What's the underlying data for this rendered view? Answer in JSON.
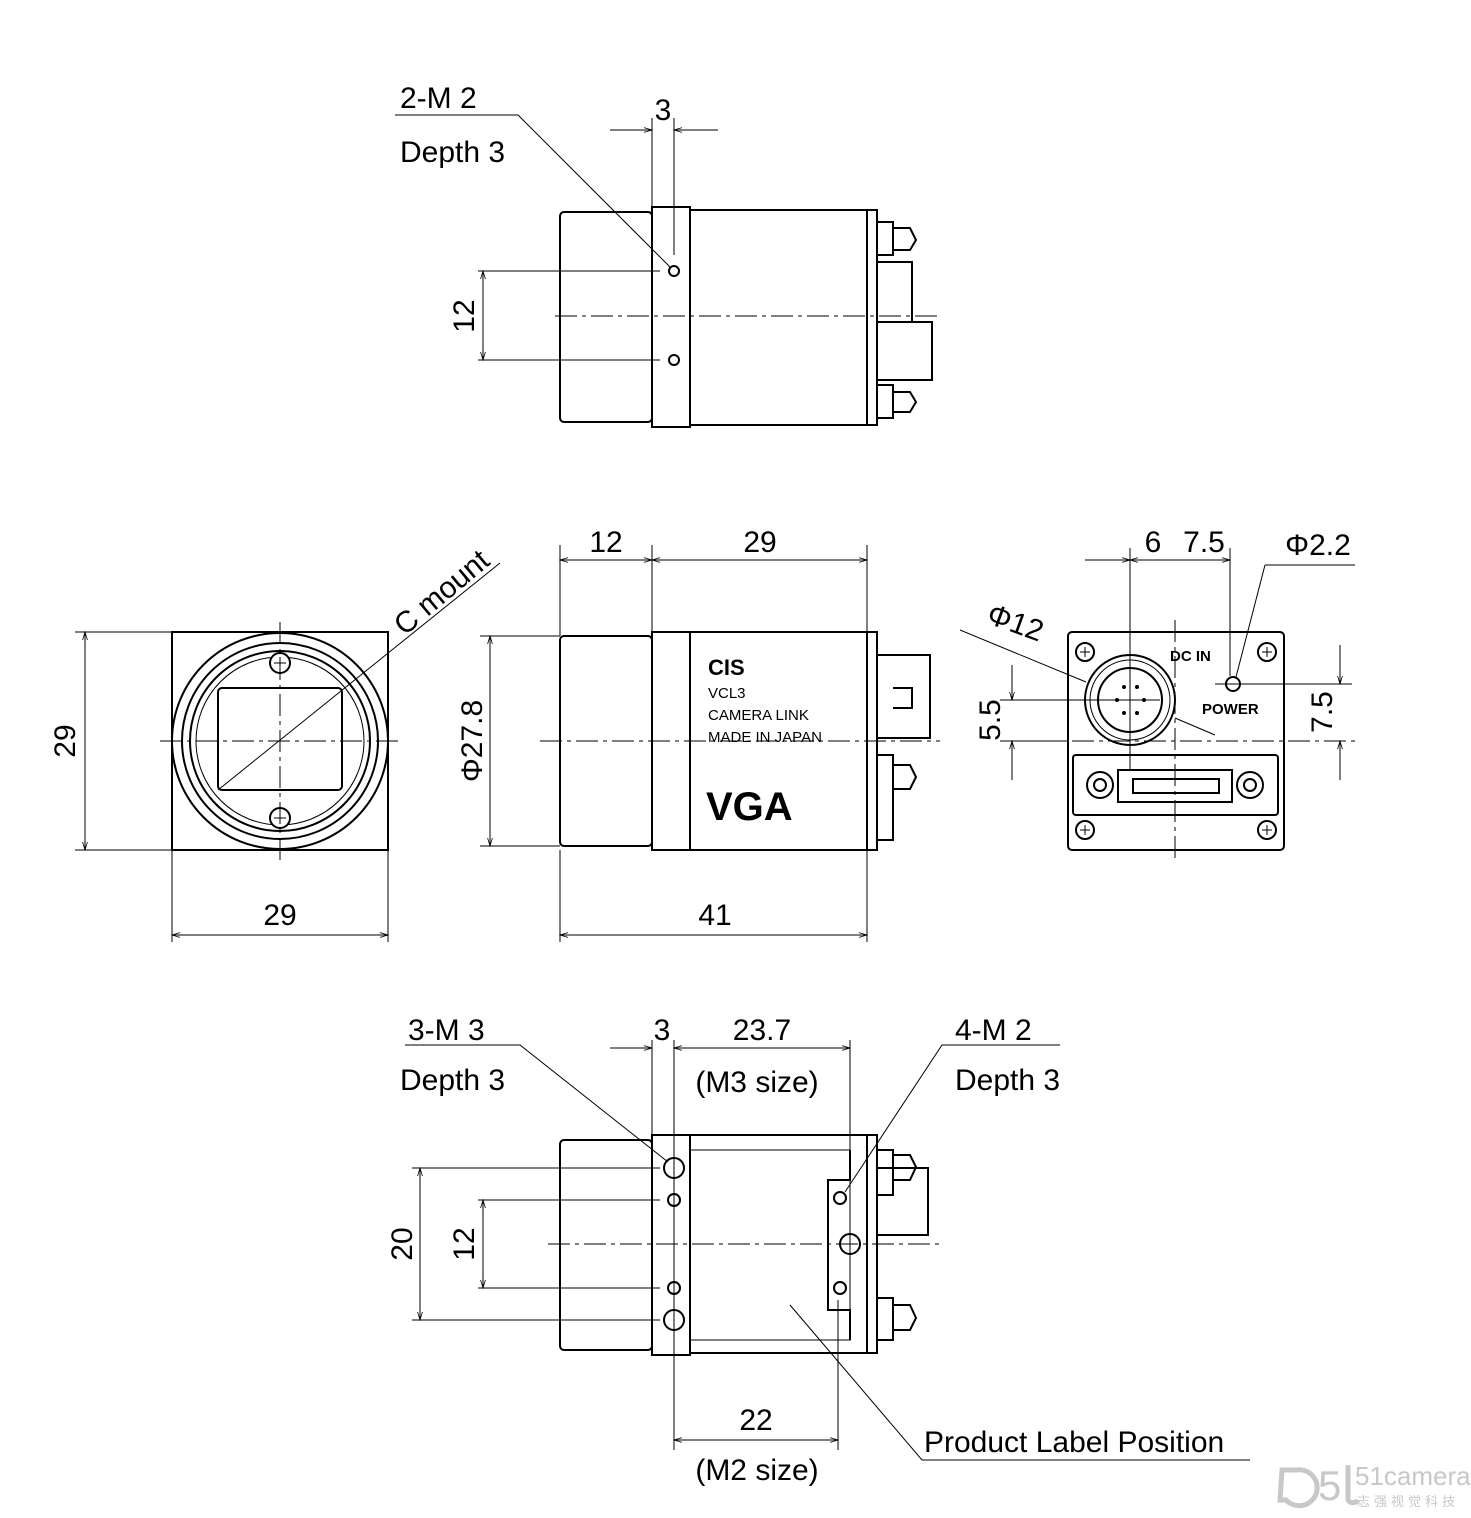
{
  "top_view": {
    "hole_callout": "2-M 2",
    "hole_depth": "Depth 3",
    "dim_offset": "3",
    "dim_hole_spacing": "12"
  },
  "front_view": {
    "mount_label": "C mount",
    "dim_height": "29",
    "dim_width": "29"
  },
  "side_view": {
    "dim_front": "12",
    "dim_body": "29",
    "dim_diameter": "Φ27.8",
    "dim_length": "41",
    "label_brand": "CIS",
    "label_model": "VCL3",
    "label_interface": "CAMERA LINK",
    "label_origin": "MADE IN JAPAN",
    "label_resolution": "VGA"
  },
  "rear_view": {
    "dim_connector_x": "6",
    "dim_led_x": "7.5",
    "dim_led_diameter": "Φ2.2",
    "dim_connector_diameter": "Φ12",
    "dim_connector_y": "5.5",
    "dim_led_y": "7.5",
    "dc_in_label": "DC IN",
    "power_label": "POWER"
  },
  "bottom_view": {
    "m3_callout": "3-M 3",
    "m3_depth": "Depth 3",
    "m2_callout": "4-M 2",
    "m2_depth": "Depth 3",
    "dim_offset": "3",
    "dim_m3_span": "23.7",
    "dim_m3_note": "(M3 size)",
    "dim_m2_span": "22",
    "dim_m2_note": "(M2 size)",
    "dim_m3_spacing": "20",
    "dim_m2_spacing": "12",
    "label_position": "Product Label Position"
  },
  "watermark": {
    "brand": "51camera",
    "subtitle": "志强视觉科技"
  }
}
